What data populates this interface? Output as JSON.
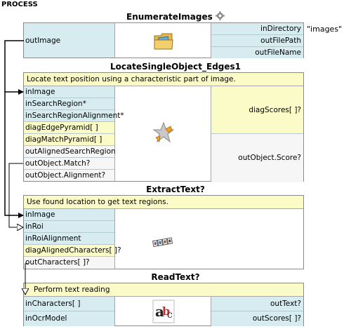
{
  "process_title": "PROCESS",
  "enumerate": {
    "title": "EnumerateImages",
    "inputs": [
      "outImage"
    ],
    "outputs": [
      "inDirectory",
      "outFilePath",
      "outFileName"
    ],
    "in_directory_value": "\"images\"",
    "icon": "folder-image-icon"
  },
  "locate": {
    "title": "LocateSingleObject_Edges1",
    "description": "Locate text position using a characteristic part of image.",
    "inputs": [
      "inImage",
      "inSearchRegion*",
      "inSearchRegionAlignment*",
      "diagEdgePyramid[ ]",
      "diagMatchPyramid[ ]",
      "outAlignedSearchRegion",
      "outObject.Match?",
      "outObject.Alignment?"
    ],
    "outputs": [
      "diagScores[ ]?",
      "outObject.Score?"
    ],
    "icon": "star-template-icon"
  },
  "extract": {
    "title": "ExtractText?",
    "description": "Use found location to get text regions.",
    "inputs": [
      "inImage",
      "inRoi",
      "inRoiAlignment",
      "diagAlignedCharacters[ ]?",
      "outCharacters[ ]?"
    ],
    "icon": "text-strip-icon"
  },
  "read": {
    "title": "ReadText?",
    "description": "Perform text reading",
    "inputs": [
      "inCharacters[ ]",
      "inOcrModel"
    ],
    "outputs": [
      "outText?",
      "outScores[ ]?"
    ],
    "icon": "ocr-abc-icon"
  },
  "colors": {
    "port_teal": "#d6ecf0",
    "port_yellow": "#fbfbc8",
    "description_bg": "#fbfbc8",
    "border": "#8a8a8a",
    "wire": "#000000"
  }
}
